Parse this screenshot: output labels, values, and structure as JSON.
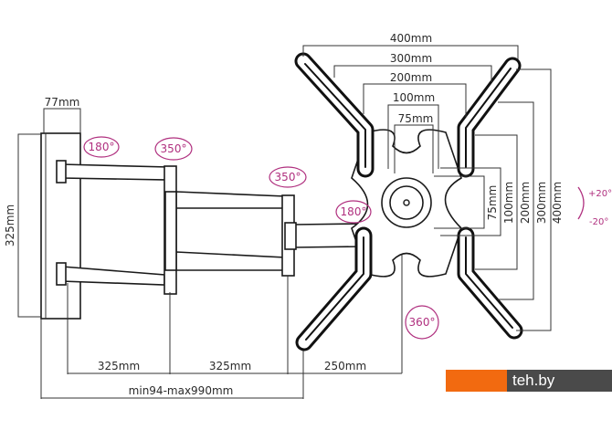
{
  "dimensions": {
    "plate_depth": "77mm",
    "plate_height": "325mm",
    "arm1": "325mm",
    "arm2": "325mm",
    "arm3": "250mm",
    "extension": "min94-max990mm",
    "vesa_h": [
      "400mm",
      "300mm",
      "200mm",
      "100mm",
      "75mm"
    ],
    "vesa_v": [
      "75mm",
      "100mm",
      "200mm",
      "300mm",
      "400mm"
    ]
  },
  "rotations": {
    "wall_joint": "180°",
    "joint1": "350°",
    "joint2": "350°",
    "head_joint": "180°",
    "head_rotate": "360°"
  },
  "tilt": {
    "up": "+20°",
    "down": "-20°"
  },
  "colors": {
    "accent": "#b0307f",
    "logo_orange": "#f26a10",
    "logo_gray": "#4a4a4a"
  },
  "watermark": "teh.by"
}
